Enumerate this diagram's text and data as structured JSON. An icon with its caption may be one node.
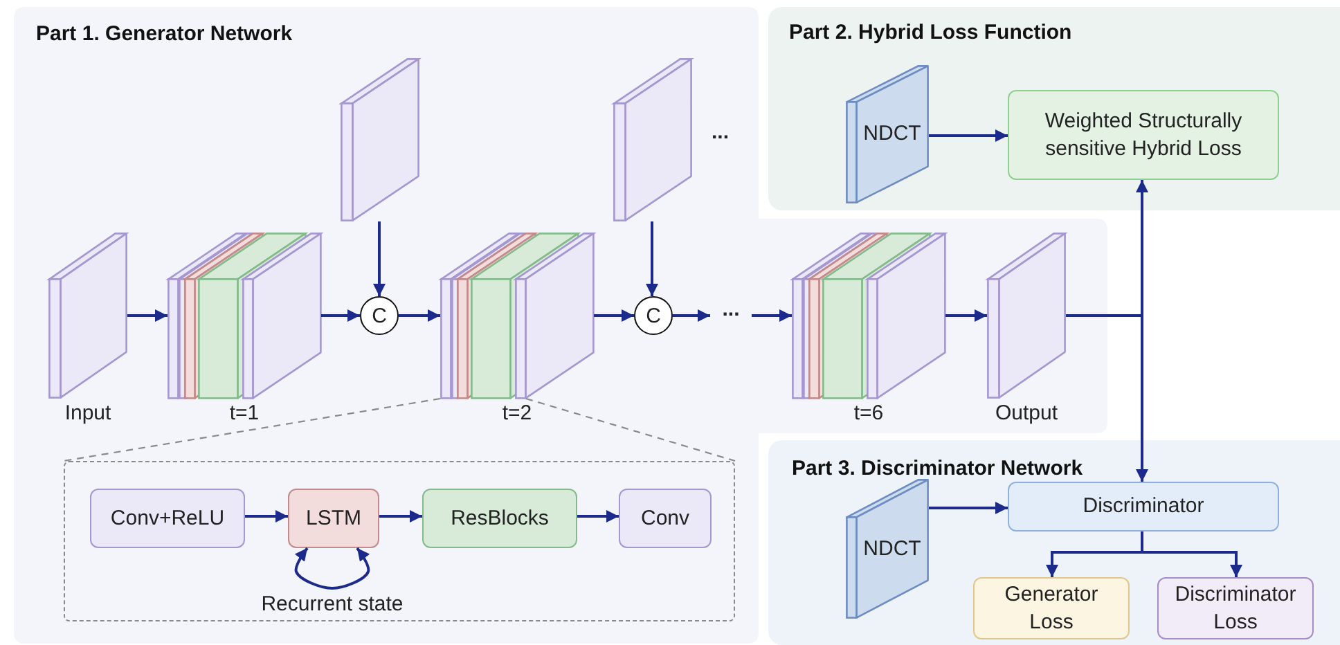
{
  "diagram": {
    "nodes": [
      {
        "text": [
          "Part 1. Generator Network"
        ]
      },
      {
        "text": [
          "Input"
        ],
        "in": 0
      },
      {
        "text": [
          "t=1"
        ],
        "in": 0
      },
      {
        "text": [],
        "shape": "box",
        "in": 0
      },
      {
        "text": [
          "C"
        ],
        "in": 0
      },
      {
        "text": [
          "t=2"
        ],
        "in": 0
      },
      {
        "text": [],
        "shape": "box",
        "in": 0,
        "beside": [
          "..."
        ]
      },
      {
        "text": [
          "C"
        ],
        "in": 0
      },
      {
        "text": [
          "..."
        ],
        "in": 0
      },
      {
        "text": [
          "t=6"
        ],
        "in": 0
      },
      {
        "text": [
          "Output"
        ],
        "in": 0
      },
      {
        "text": [],
        "shape": "box",
        "in": 0
      },
      {
        "text": [
          "Conv+ReLU"
        ],
        "in": 11
      },
      {
        "text": [
          "LSTM"
        ],
        "in": 11
      },
      {
        "text": [
          "ResBlocks"
        ],
        "in": 11
      },
      {
        "text": [
          "Conv"
        ],
        "in": 11
      },
      {
        "text": [
          "Part 2. Hybrid Loss Function"
        ]
      },
      {
        "text": [
          "NDCT"
        ],
        "in": 16
      },
      {
        "text": [
          "Weighted Structurally sensitive Hybrid Loss"
        ],
        "in": 16
      },
      {
        "text": [
          "Part 3. Discriminator Network"
        ]
      },
      {
        "text": [
          "NDCT"
        ],
        "in": 19
      },
      {
        "text": [
          "Discriminator"
        ],
        "in": 19
      },
      {
        "text": [
          "Generator Loss"
        ],
        "in": 19
      },
      {
        "text": [
          "Discriminator Loss"
        ],
        "in": 19
      }
    ],
    "edges": [
      {
        "from": 1,
        "to": 2,
        "arrow": "to"
      },
      {
        "from": 2,
        "to": 4,
        "arrow": "to"
      },
      {
        "from": 3,
        "to": 4,
        "arrow": "to"
      },
      {
        "from": 4,
        "to": 5,
        "arrow": "to"
      },
      {
        "from": 5,
        "to": 7,
        "arrow": "to"
      },
      {
        "from": 6,
        "to": 7,
        "arrow": "to"
      },
      {
        "from": 7,
        "to": 8,
        "arrow": "to"
      },
      {
        "from": 8,
        "to": 9,
        "arrow": "to"
      },
      {
        "from": 9,
        "to": 10,
        "arrow": "to"
      },
      {
        "from": 10,
        "to": 18,
        "arrow": "to"
      },
      {
        "from": 10,
        "to": 21,
        "arrow": "to"
      },
      {
        "from": 5,
        "to": 11,
        "arrow": "none",
        "style": "dashed",
        "color": "#8a8a8a"
      },
      {
        "from": 5,
        "to": 11,
        "arrow": "none",
        "style": "dashed",
        "color": "#8a8a8a"
      },
      {
        "from": 12,
        "to": 13,
        "arrow": "to"
      },
      {
        "from": 13,
        "to": 13,
        "arrow": "both",
        "label": "Recurrent state"
      },
      {
        "from": 13,
        "to": 14,
        "arrow": "to"
      },
      {
        "from": 14,
        "to": 15,
        "arrow": "to"
      },
      {
        "from": 17,
        "to": 18,
        "arrow": "to"
      },
      {
        "from": 20,
        "to": 21,
        "arrow": "to"
      },
      {
        "from": 21,
        "to": 22,
        "arrow": "to"
      },
      {
        "from": 21,
        "to": 23,
        "arrow": "to"
      }
    ]
  }
}
